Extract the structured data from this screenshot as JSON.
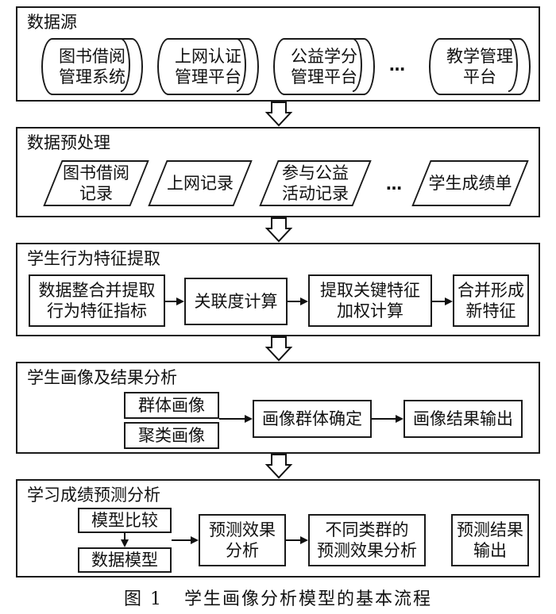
{
  "sections": {
    "data_source": {
      "title": "数据源",
      "items": [
        "图书借阅\n管理系统",
        "上网认证\n管理平台",
        "公益学分\n管理平台",
        "教学管理\n平台"
      ],
      "ellipsis": "…"
    },
    "preprocessing": {
      "title": "数据预处理",
      "items": [
        "图书借阅\n记录",
        "上网记录",
        "参与公益\n活动记录",
        "学生成绩单"
      ],
      "ellipsis": "…"
    },
    "feature_extraction": {
      "title": "学生行为特征提取",
      "steps": [
        "数据整合并提取\n行为特征指标",
        "关联度计算",
        "提取关键特征\n加权计算",
        "合并形成\n新特征"
      ]
    },
    "profile_analysis": {
      "title": "学生画像及结果分析",
      "inputs": [
        "群体画像",
        "聚类画像"
      ],
      "steps": [
        "画像群体确定",
        "画像结果输出"
      ]
    },
    "grade_prediction": {
      "title": "学习成绩预测分析",
      "model_compare": "模型比较",
      "data_model": "数据模型",
      "steps": [
        "预测效果\n分析",
        "不同类群的\n预测效果分析",
        "预测结果\n输出"
      ]
    }
  },
  "caption": "图 1   学生画像分析模型的基本流程"
}
